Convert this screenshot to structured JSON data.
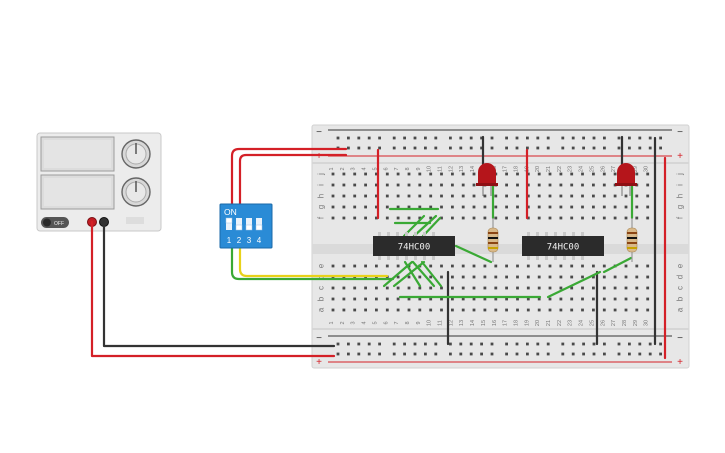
{
  "power_supply": {
    "switch_label": "OFF",
    "knob_labels": [
      "",
      ""
    ]
  },
  "dip_switch": {
    "on_label": "ON",
    "switch_numbers": [
      "1",
      "2",
      "3",
      "4"
    ]
  },
  "breadboard": {
    "rail_minus": "−",
    "rail_plus": "+",
    "top_row_letters": [
      "j",
      "i",
      "h",
      "g",
      "f"
    ],
    "bottom_row_letters": [
      "e",
      "d",
      "c",
      "b",
      "a"
    ],
    "column_numbers": [
      "1",
      "2",
      "3",
      "4",
      "5",
      "6",
      "7",
      "8",
      "9",
      "10",
      "11",
      "12",
      "13",
      "14",
      "15",
      "16",
      "17",
      "18",
      "19",
      "20",
      "21",
      "22",
      "23",
      "24",
      "25",
      "26",
      "27",
      "28",
      "29",
      "30"
    ]
  },
  "chips": [
    {
      "label": "74HC00"
    },
    {
      "label": "74HC00"
    }
  ],
  "colors": {
    "wire_red": "#d42027",
    "wire_black": "#333333",
    "wire_green": "#3aa935",
    "wire_yellow": "#e8d21a",
    "led_red": "#b5151b",
    "dip_blue": "#2a8bd6",
    "chip_body": "#2b2b2b"
  }
}
